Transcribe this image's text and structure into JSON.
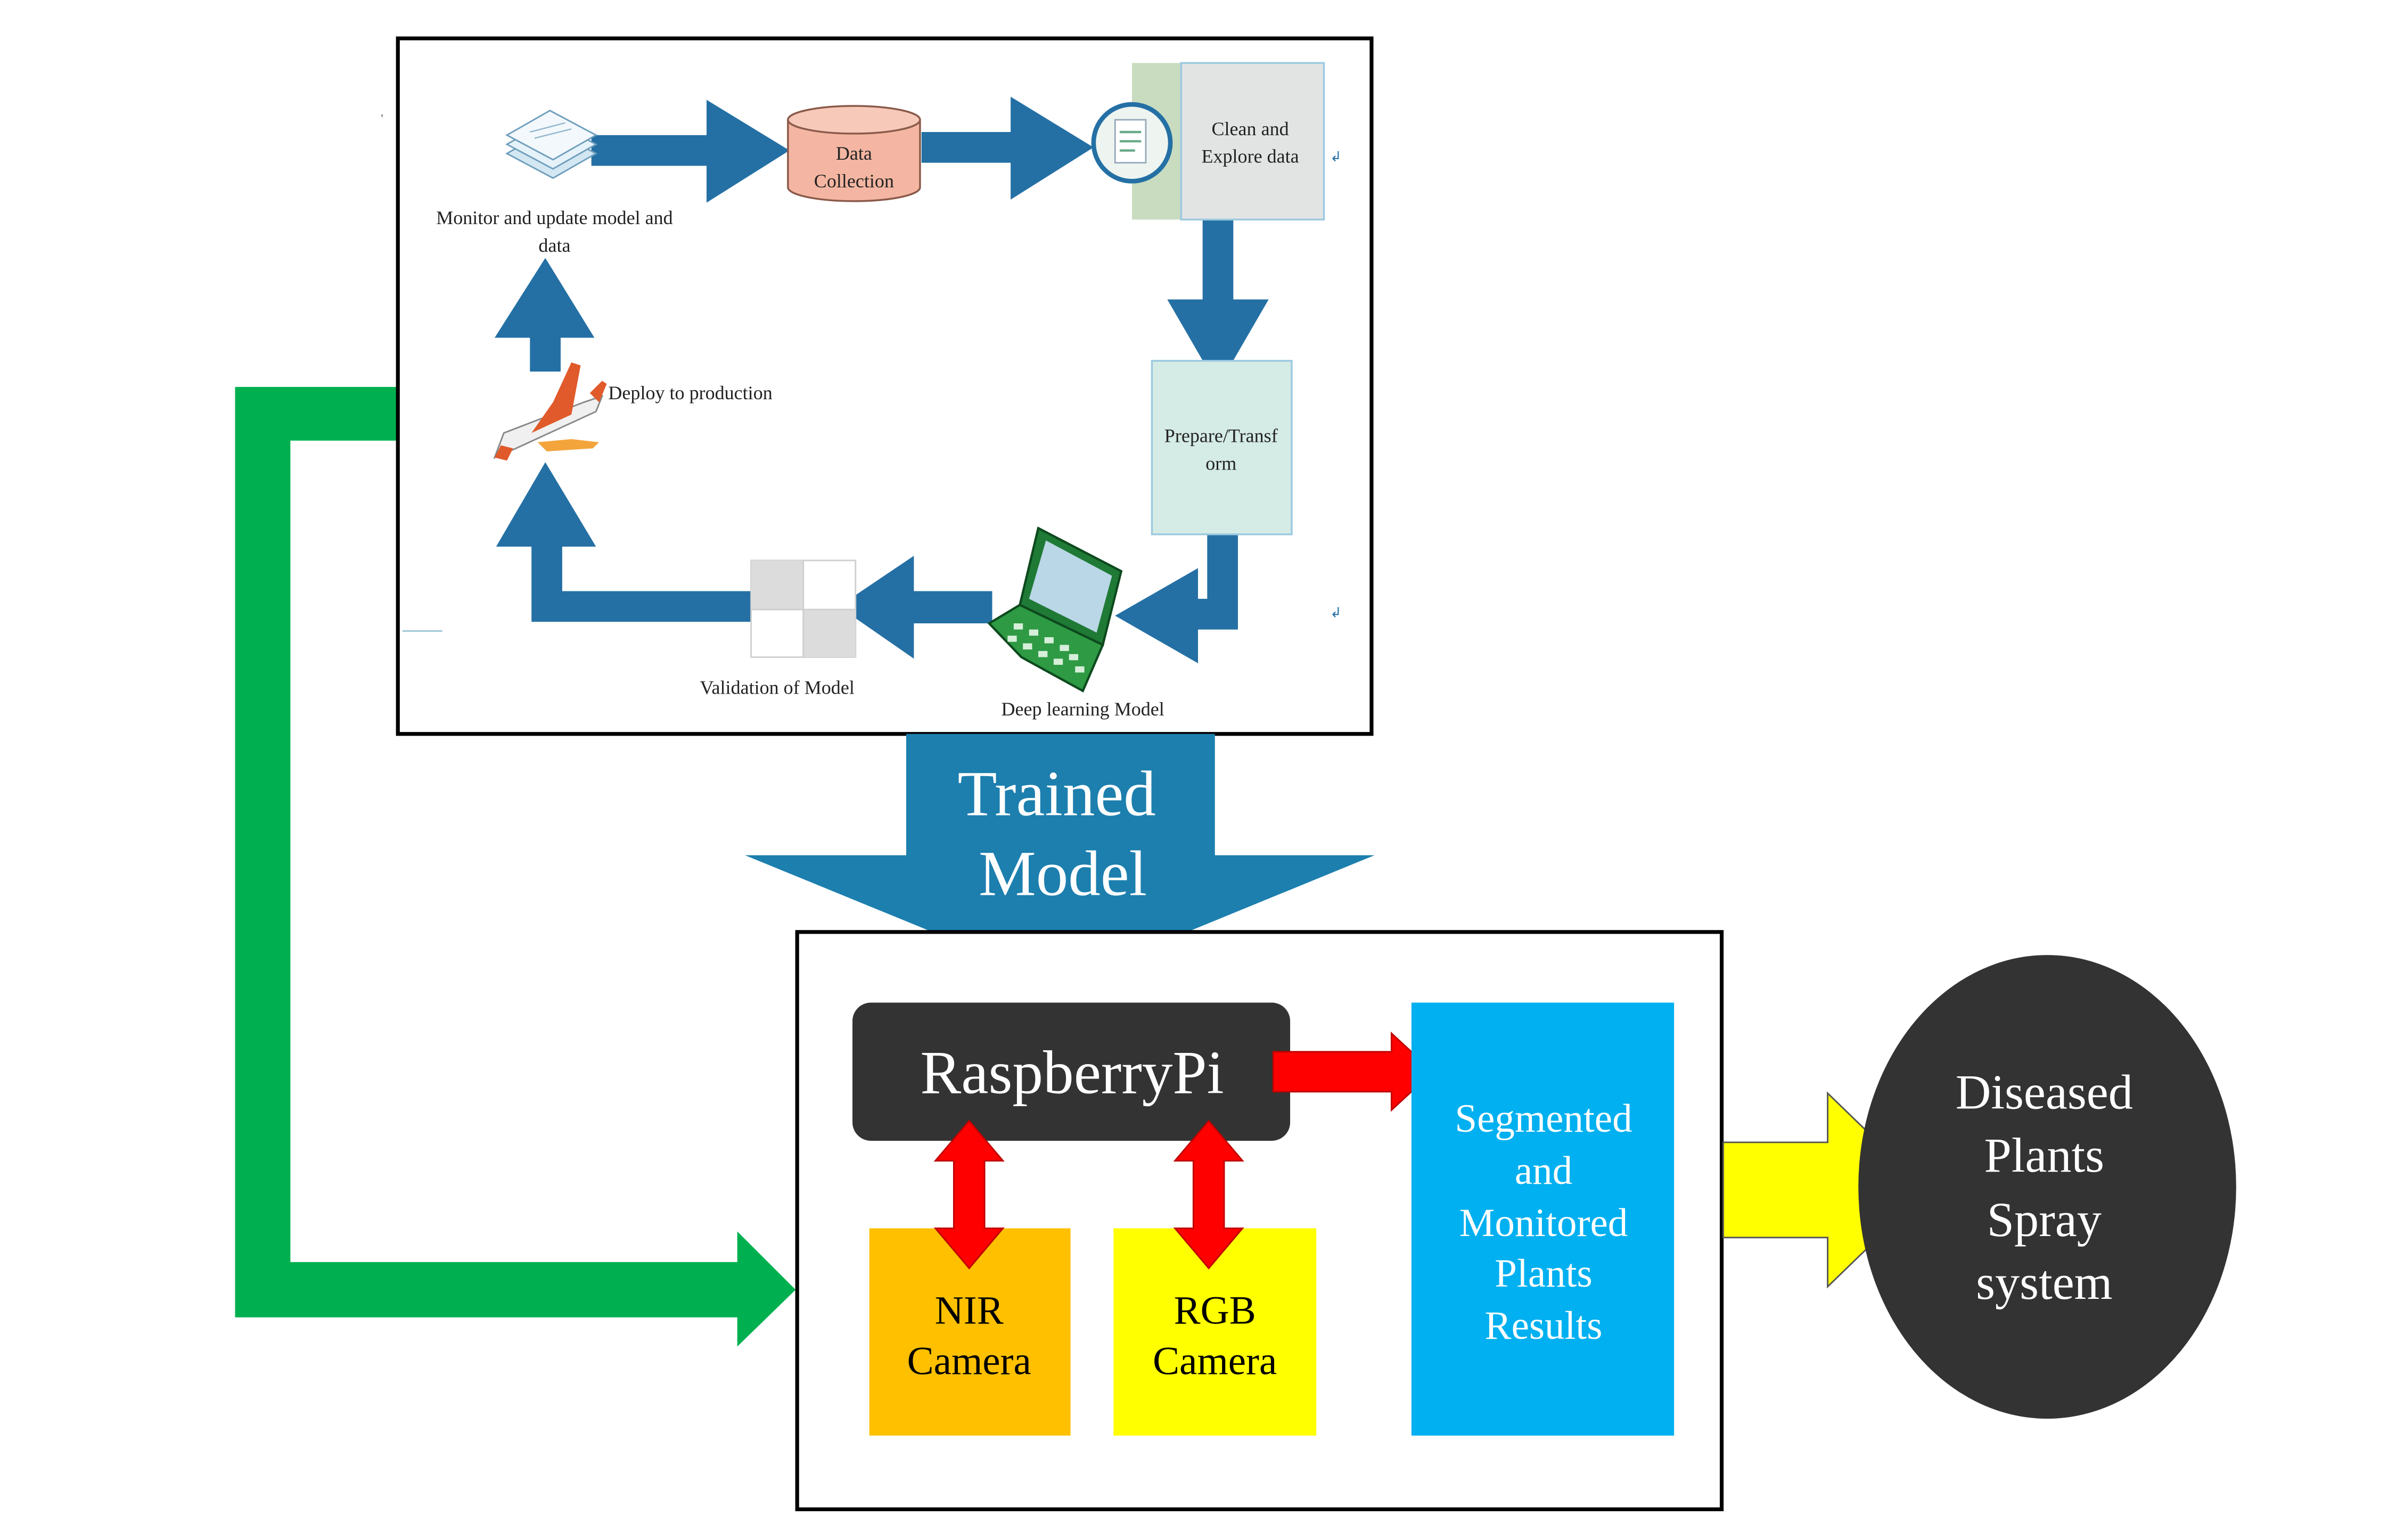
{
  "pipeline": {
    "monitor_label_line1": "Monitor and update model and",
    "monitor_label_line2": "data",
    "data_collection_line1": "Data",
    "data_collection_line2": "Collection",
    "clean_explore_line1": "Clean and",
    "clean_explore_line2": "Explore data",
    "prepare_line1": "Prepare/Transf",
    "prepare_line2": "orm",
    "deep_learning_label": "Deep learning Model",
    "validation_label": "Validation of Model",
    "deploy_label": "Deploy to production"
  },
  "trained_model": {
    "line1": "Trained",
    "line2": "Model"
  },
  "device": {
    "raspberry_label": "RaspberryPi",
    "nir_line1": "NIR",
    "nir_line2": "Camera",
    "rgb_line1": "RGB",
    "rgb_line2": "Camera",
    "results_line1": "Segmented",
    "results_line2": "and",
    "results_line3": "Monitored",
    "results_line4": "Plants",
    "results_line5": "Results"
  },
  "spray": {
    "line1": "Diseased",
    "line2": "Plants",
    "line3": "Spray",
    "line4": "system"
  },
  "colors": {
    "pipeline_arrow": "#2470a4",
    "trained_arrow": "#1c7fae",
    "feedback_arrow": "#00b050",
    "link_arrow": "#ff0000",
    "output_arrow": "#ffff00",
    "raspberry_box": "#333333",
    "nir_box": "#ffc000",
    "rgb_box": "#ffff00",
    "results_box": "#00b0f0",
    "spray_circle": "#333333",
    "data_cylinder": "#f4b6a2",
    "prepare_box": "#d5ebe5"
  },
  "icons": [
    "documents-icon",
    "airplane-icon",
    "laptop-icon",
    "clipboard-icon",
    "validation-grid-icon",
    "database-cylinder"
  ]
}
